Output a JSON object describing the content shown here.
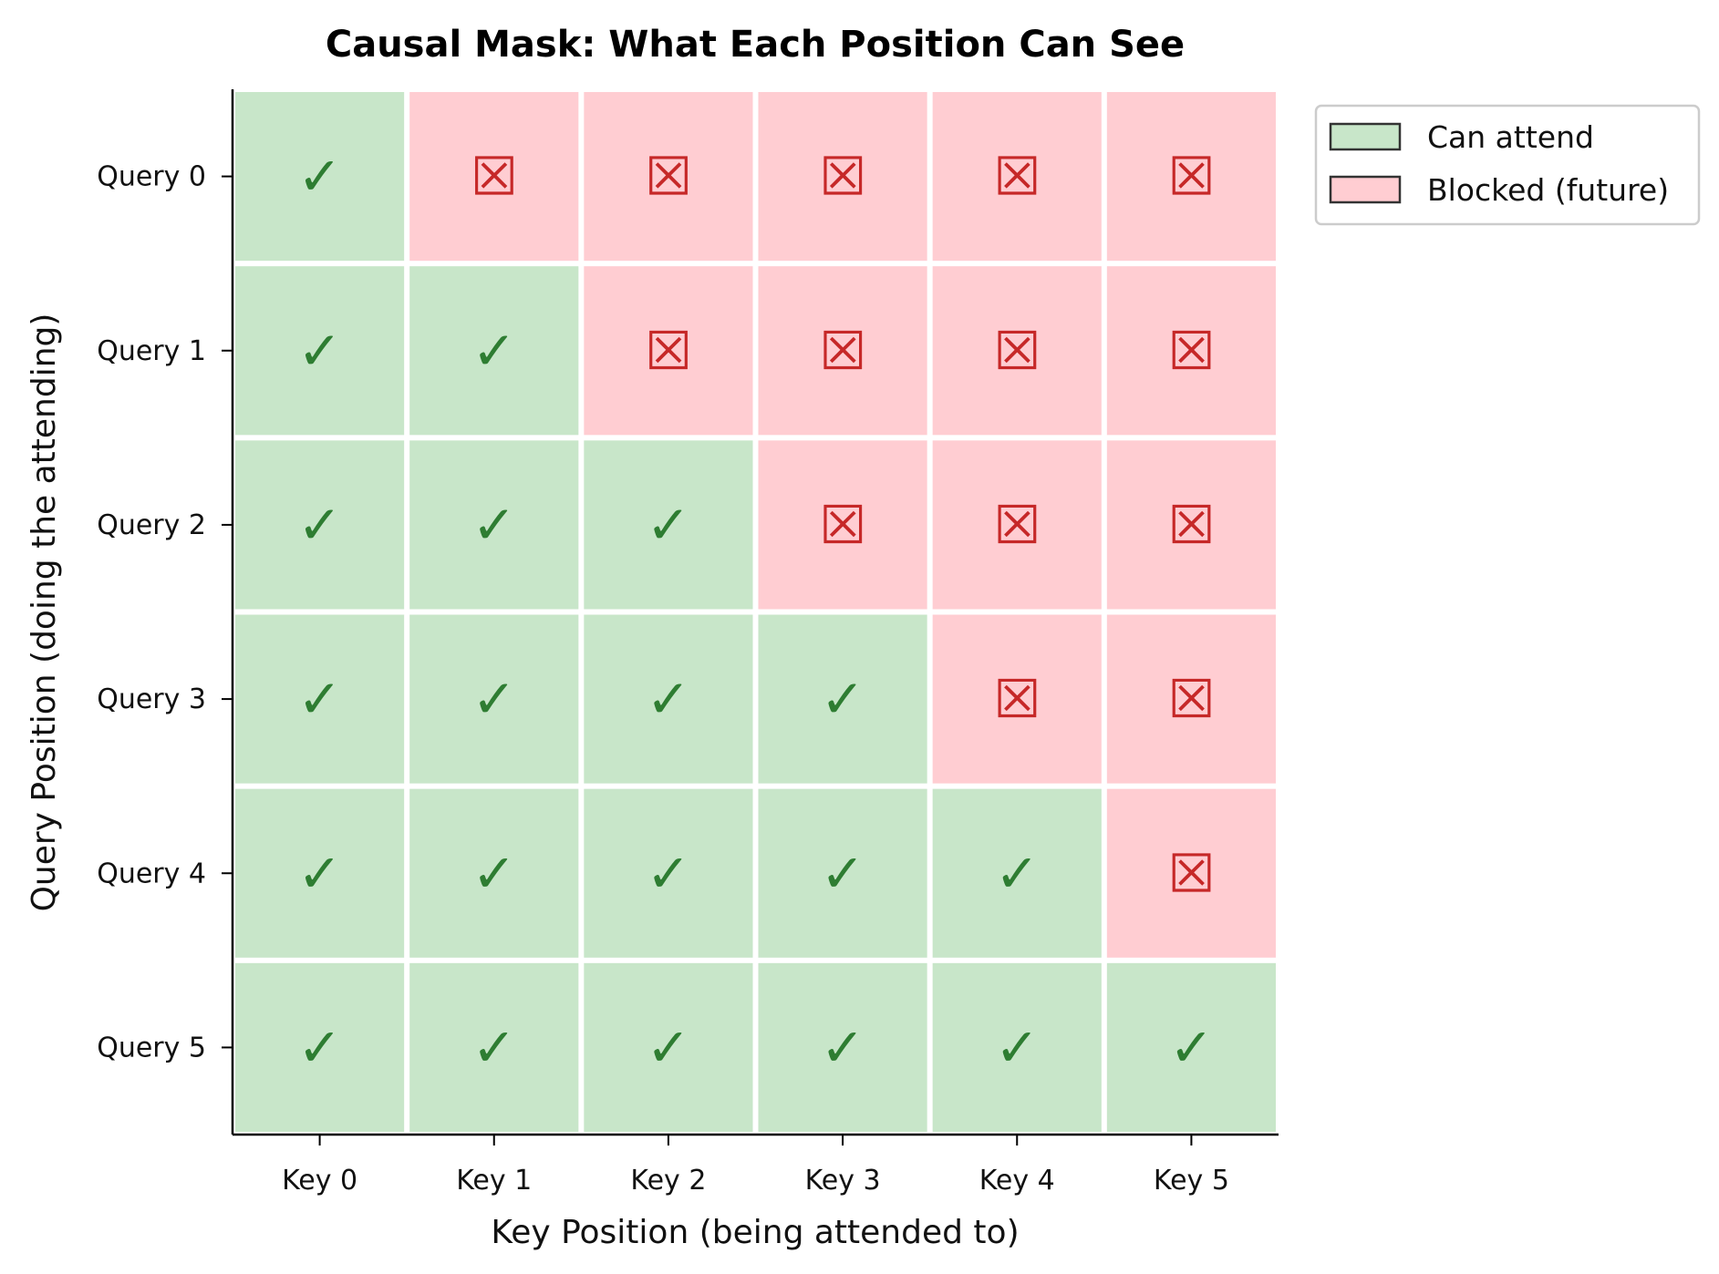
{
  "chart_data": {
    "type": "heatmap",
    "title": "Causal Mask: What Each Position Can See",
    "xlabel": "Key Position (being attended to)",
    "ylabel": "Query Position (doing the attending)",
    "x_categories": [
      "Key 0",
      "Key 1",
      "Key 2",
      "Key 3",
      "Key 4",
      "Key 5"
    ],
    "y_categories": [
      "Query 0",
      "Query 1",
      "Query 2",
      "Query 3",
      "Query 4",
      "Query 5"
    ],
    "values": [
      [
        1,
        0,
        0,
        0,
        0,
        0
      ],
      [
        1,
        1,
        0,
        0,
        0,
        0
      ],
      [
        1,
        1,
        1,
        0,
        0,
        0
      ],
      [
        1,
        1,
        1,
        1,
        0,
        0
      ],
      [
        1,
        1,
        1,
        1,
        1,
        0
      ],
      [
        1,
        1,
        1,
        1,
        1,
        1
      ]
    ],
    "cell_symbols": {
      "attend": "✓",
      "blocked": "☒"
    },
    "legend": {
      "position": "outside-top-right",
      "entries": [
        {
          "label": "Can attend",
          "color": "#c8e6c9"
        },
        {
          "label": "Blocked (future)",
          "color": "#ffcdd2"
        }
      ]
    },
    "colors": {
      "attend_fill": "#c8e6c9",
      "blocked_fill": "#ffcdd2",
      "attend_symbol": "#2e7d32",
      "blocked_symbol": "#c62828"
    }
  }
}
